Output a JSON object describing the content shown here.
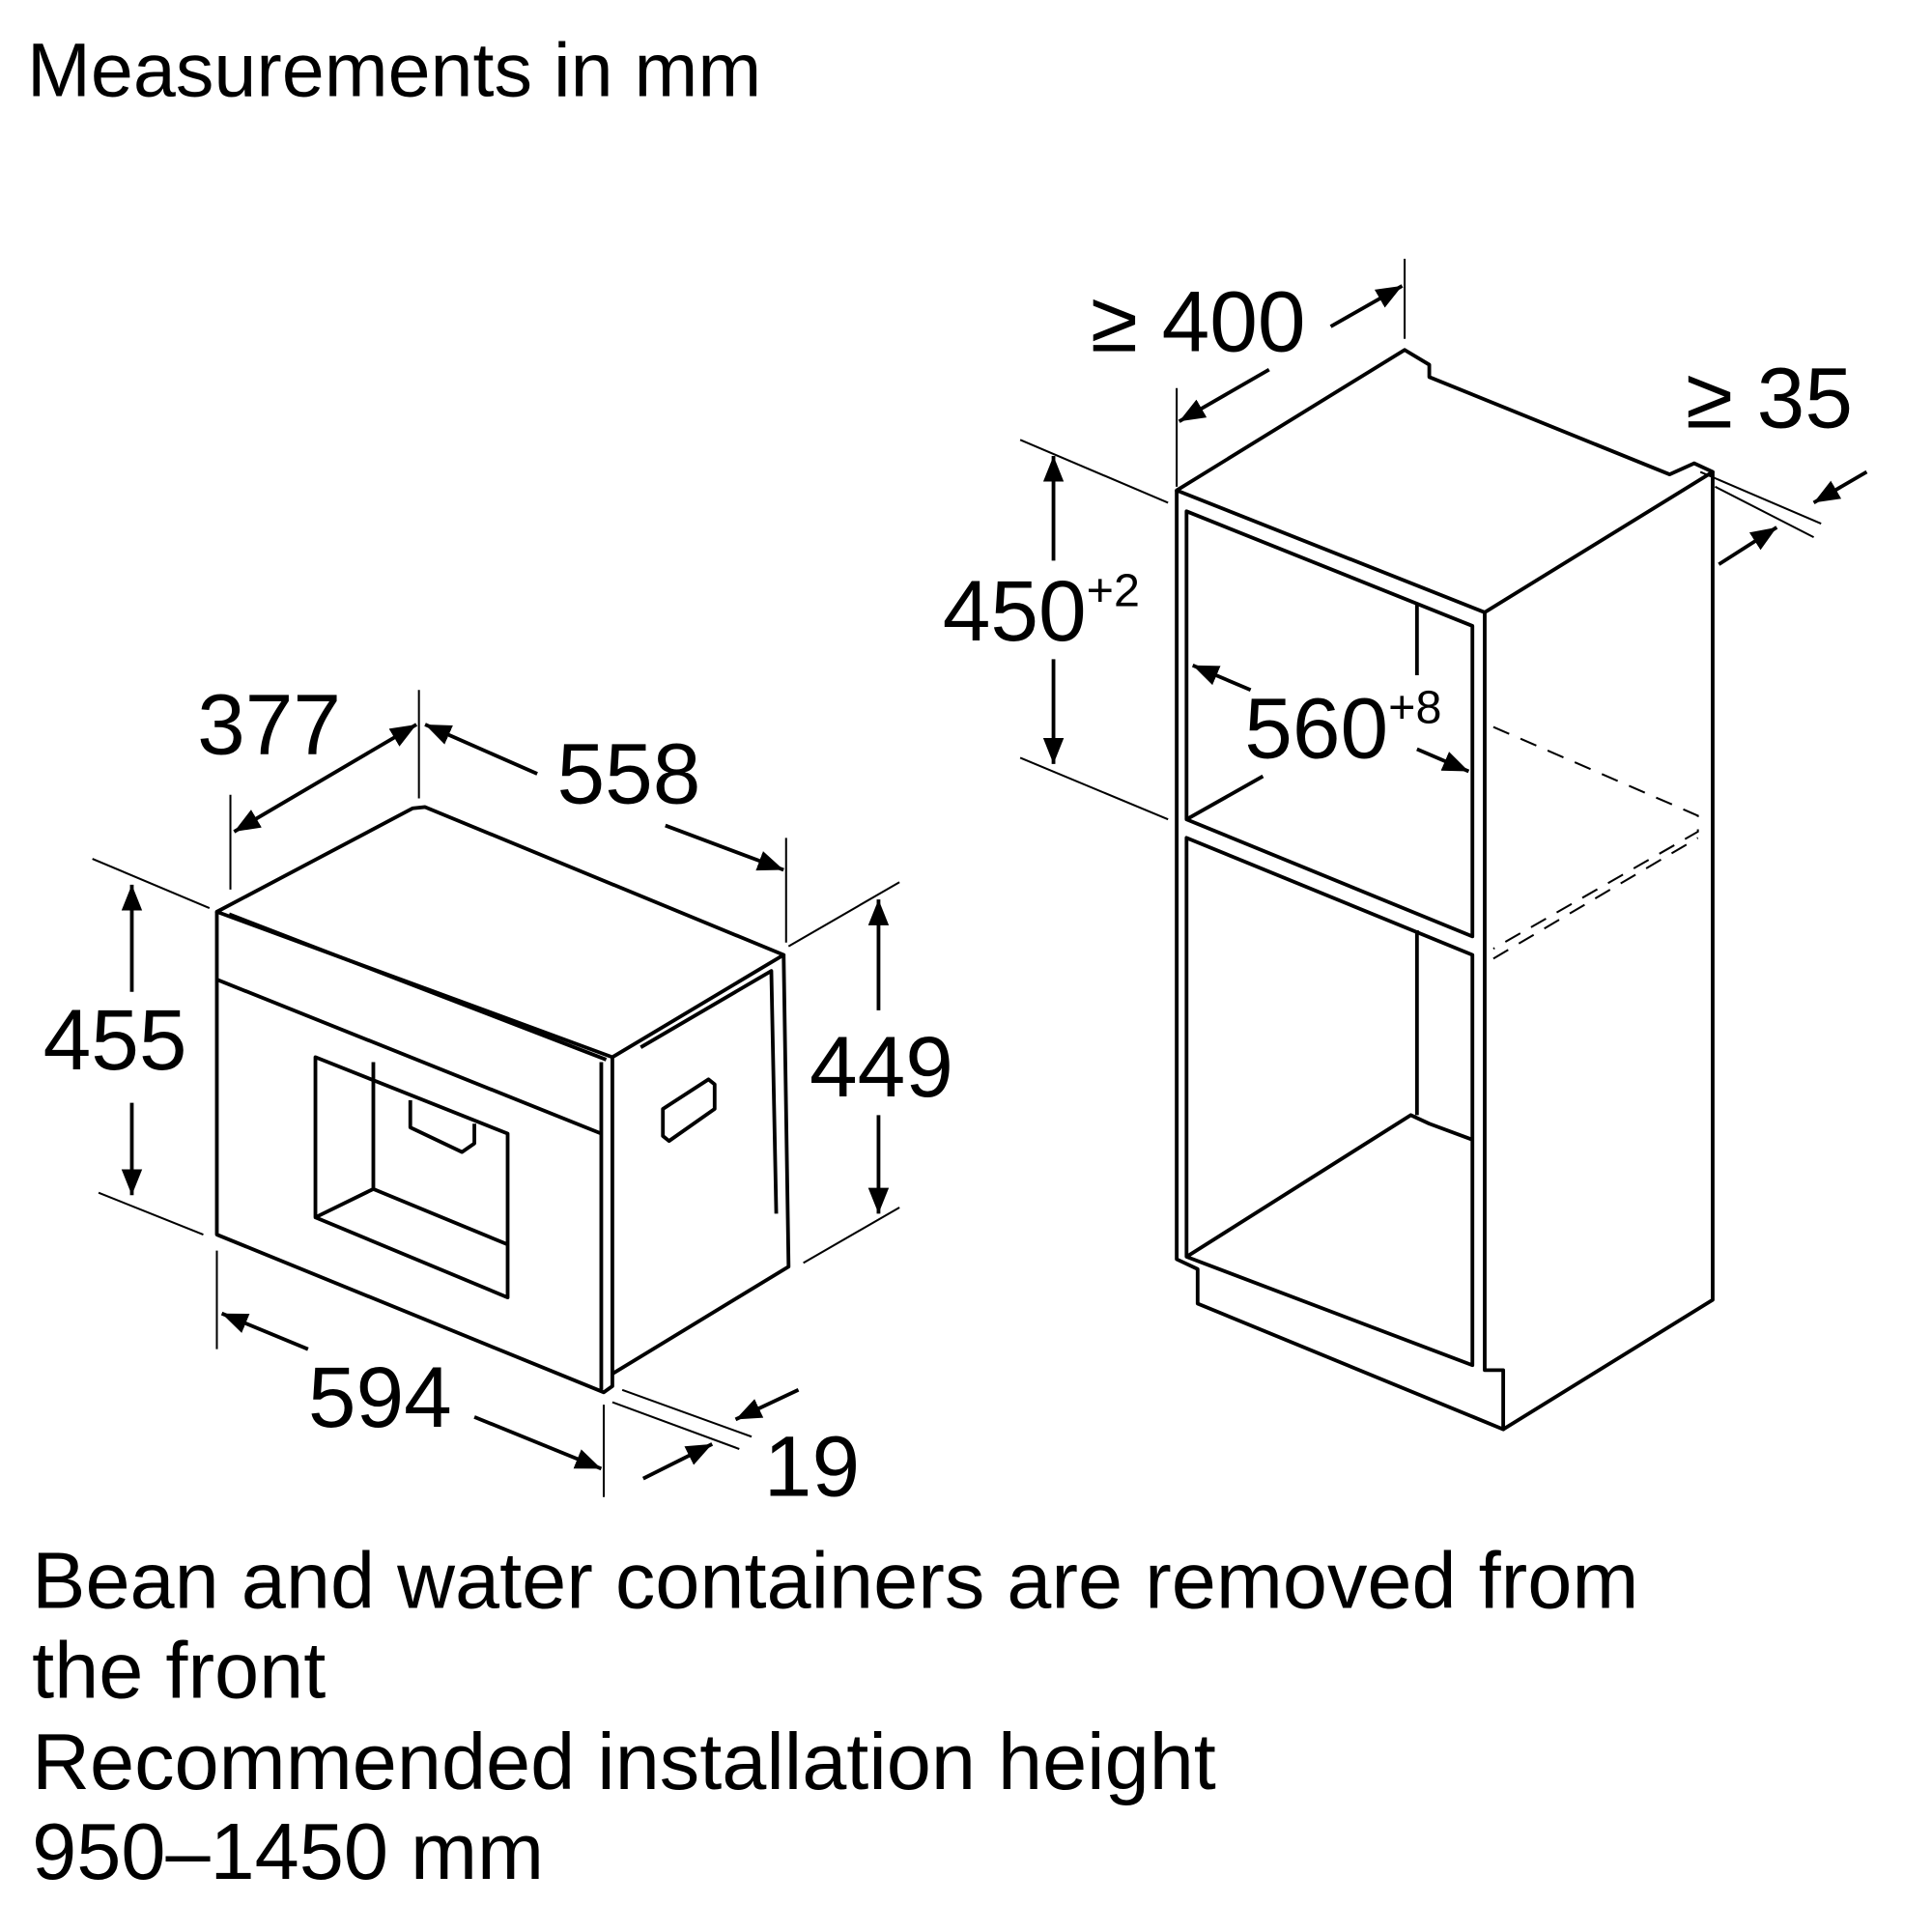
{
  "title": "Measurements in mm",
  "appliance": {
    "depth_top": "377",
    "width_depth": "558",
    "height_front": "455",
    "height_side": "449",
    "width_front": "594",
    "panel_offset": "19"
  },
  "cabinet": {
    "min_depth": "≥ 400",
    "min_gap": "≥ 35",
    "niche_height": "450",
    "niche_height_tol": "+2",
    "niche_width": "560",
    "niche_width_tol": "+8"
  },
  "notes": [
    "Bean and water containers are removed from",
    "the front",
    "Recommended installation height",
    "950–1450 mm"
  ]
}
